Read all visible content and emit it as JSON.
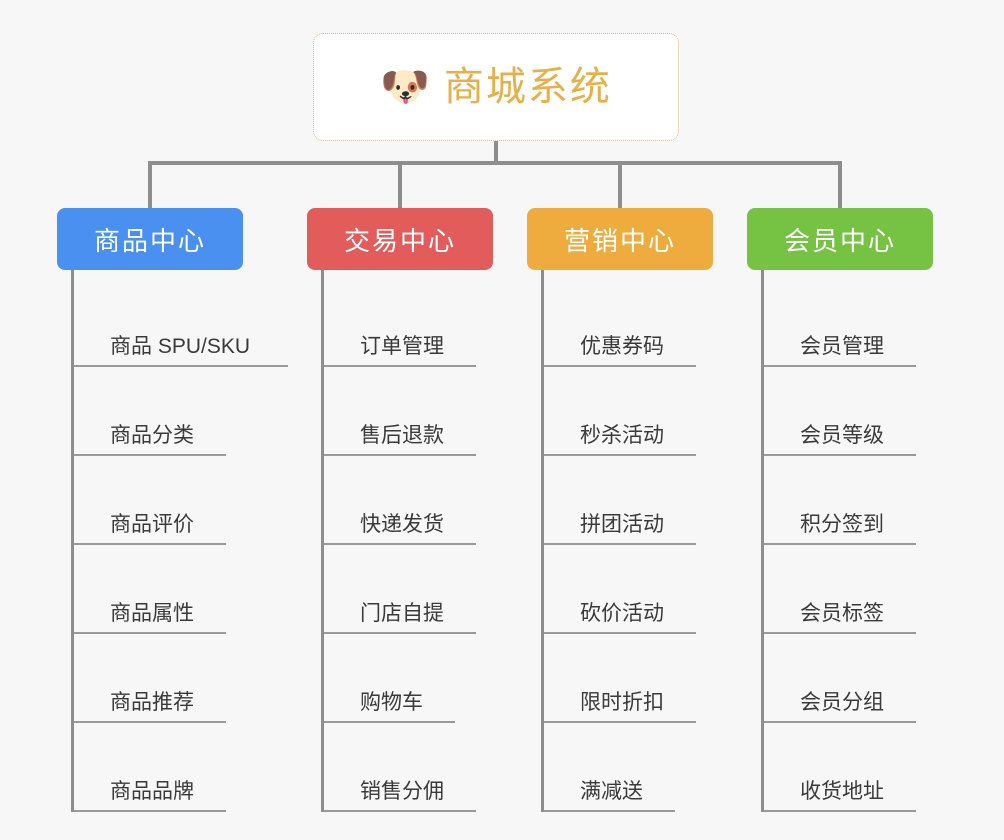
{
  "background_color": "#f7f7f7",
  "root": {
    "icon": "shiba-dog-face-emoji",
    "emoji": "🐶",
    "title": "商城系统",
    "border_color": "#e8b55a",
    "text_color": "#e8b04b"
  },
  "connector_color": "#8e8e8e",
  "branches": [
    {
      "label": "商品中心",
      "color": "#4a90f0",
      "leaves": [
        "商品 SPU/SKU",
        "商品分类",
        "商品评价",
        "商品属性",
        "商品推荐",
        "商品品牌"
      ]
    },
    {
      "label": "交易中心",
      "color": "#e25c5c",
      "leaves": [
        "订单管理",
        "售后退款",
        "快递发货",
        "门店自提",
        "购物车",
        "销售分佣"
      ]
    },
    {
      "label": "营销中心",
      "color": "#eeab3e",
      "leaves": [
        "优惠券码",
        "秒杀活动",
        "拼团活动",
        "砍价活动",
        "限时折扣",
        "满减送"
      ]
    },
    {
      "label": "会员中心",
      "color": "#76c344",
      "leaves": [
        "会员管理",
        "会员等级",
        "积分签到",
        "会员标签",
        "会员分组",
        "收货地址"
      ]
    }
  ]
}
